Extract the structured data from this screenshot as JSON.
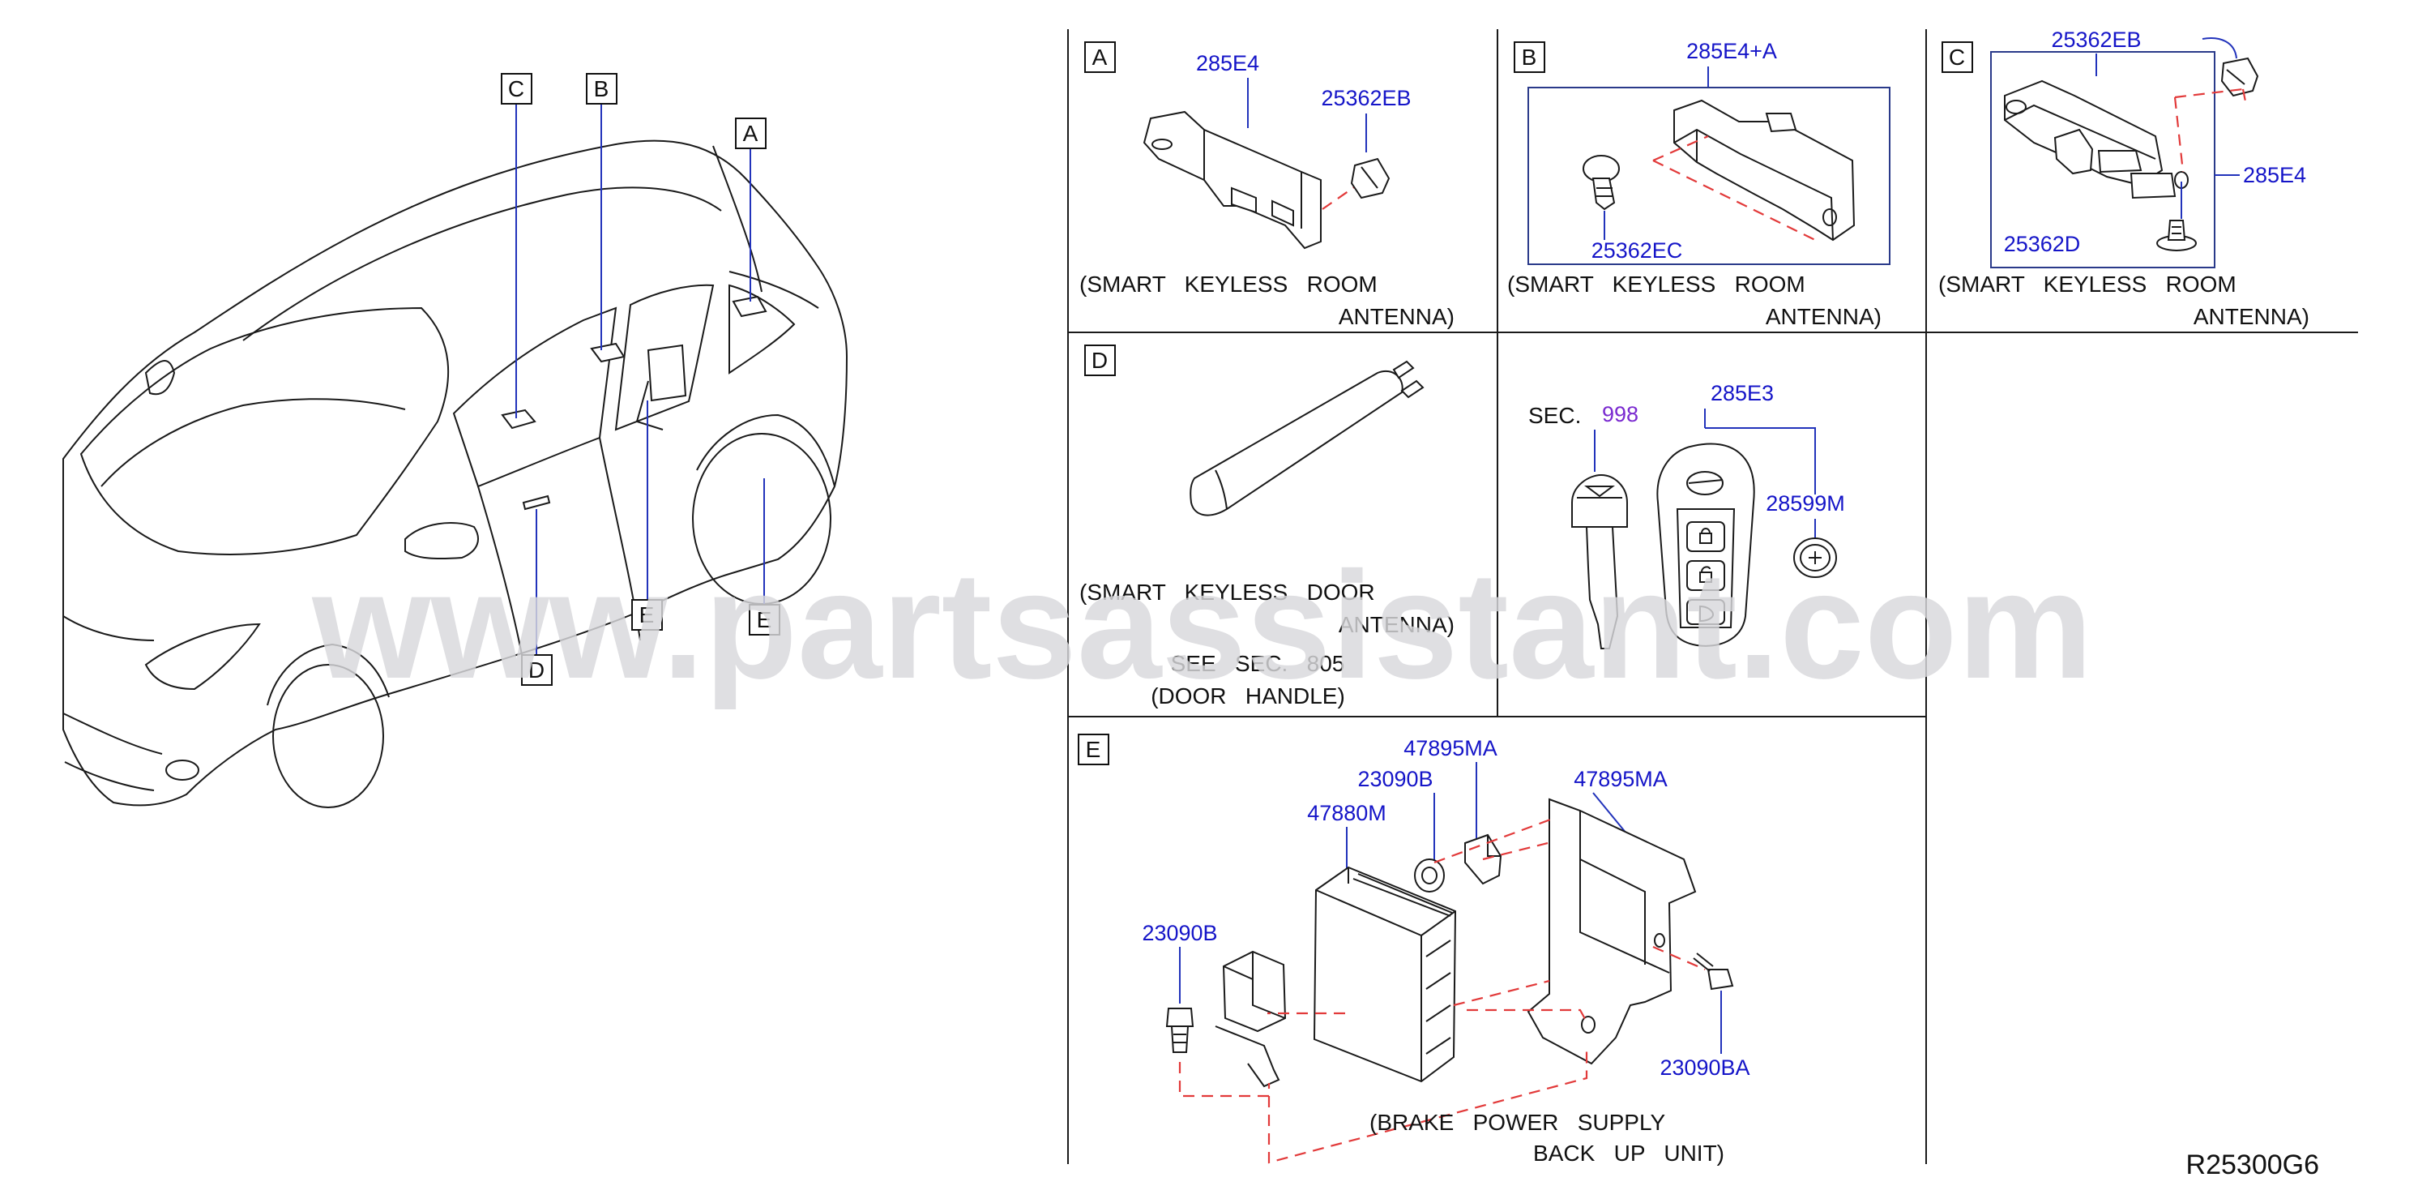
{
  "watermark": "www.partsassistant.com",
  "ref_code": "R25300G6",
  "callouts": {
    "a": "A",
    "b": "B",
    "c": "C",
    "d": "D",
    "e1": "E",
    "e2": "E"
  },
  "panel_a": {
    "letter": "A",
    "parts": {
      "bracket": "285E4",
      "clip": "25362EB"
    },
    "caption": [
      "(SMART   KEYLESS   ROOM",
      "ANTENNA)"
    ]
  },
  "panel_b": {
    "letter": "B",
    "parts": {
      "assembly": "285E4+A",
      "clip": "25362EC"
    },
    "caption": [
      "(SMART   KEYLESS   ROOM",
      "ANTENNA)"
    ]
  },
  "panel_c": {
    "letter": "C",
    "parts": {
      "clip_top": "25362EB",
      "antenna": "285E4",
      "clip_bottom": "25362D"
    },
    "caption": [
      "(SMART   KEYLESS   ROOM",
      "ANTENNA)"
    ]
  },
  "panel_d": {
    "letter": "D",
    "caption": [
      "(SMART   KEYLESS   DOOR",
      "ANTENNA)",
      "SEE   SEC.   805",
      "(DOOR   HANDLE)"
    ]
  },
  "panel_key": {
    "sec_label": "SEC.",
    "sec_number": "998",
    "parts": {
      "fob": "285E3",
      "battery": "28599M"
    }
  },
  "panel_e": {
    "letter": "E",
    "parts": {
      "bracket_small": "47895MA",
      "grommet": "23090B",
      "controller": "47880M",
      "bracket_large": "47895MA",
      "bolt_left": "23090B",
      "bolt_right": "23090BA"
    },
    "caption": [
      "(BRAKE   POWER   SUPPLY",
      "BACK   UP   UNIT)"
    ]
  }
}
